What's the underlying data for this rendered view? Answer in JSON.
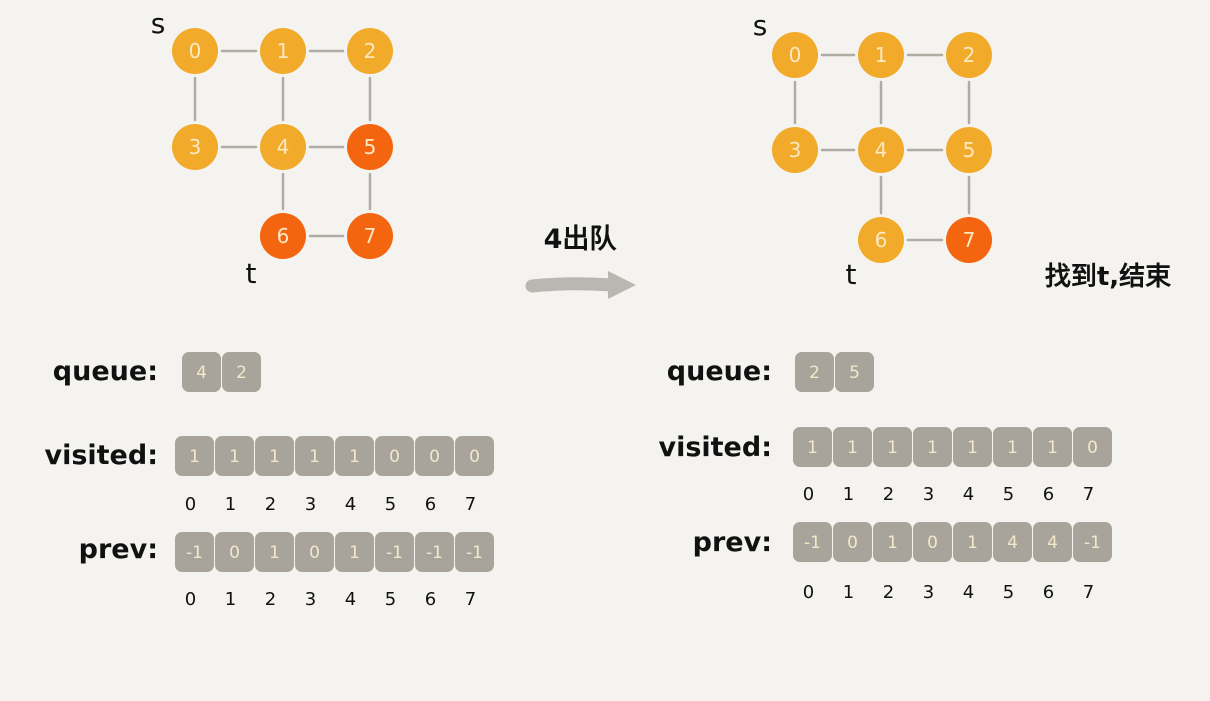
{
  "colors": {
    "visited_node": "#f2aa2a",
    "queued_node": "#f4650f",
    "edge": "#b0aca4",
    "cell": "#a8a49c",
    "arrow": "#b9b7b2"
  },
  "arrow_label": "4出队",
  "result_label": "找到t,结束",
  "panels": [
    {
      "s_label": "s",
      "t_label": "t",
      "nodes": [
        {
          "id": "0",
          "state": "visited"
        },
        {
          "id": "1",
          "state": "visited"
        },
        {
          "id": "2",
          "state": "visited"
        },
        {
          "id": "3",
          "state": "visited"
        },
        {
          "id": "4",
          "state": "visited"
        },
        {
          "id": "5",
          "state": "queued"
        },
        {
          "id": "6",
          "state": "queued"
        },
        {
          "id": "7",
          "state": "queued"
        }
      ],
      "queue_label": "queue:",
      "queue": [
        "4",
        "2"
      ],
      "visited_label": "visited:",
      "visited": [
        "1",
        "1",
        "1",
        "1",
        "1",
        "0",
        "0",
        "0"
      ],
      "prev_label": "prev:",
      "prev": [
        "-1",
        "0",
        "1",
        "0",
        "1",
        "-1",
        "-1",
        "-1"
      ],
      "indices": [
        "0",
        "1",
        "2",
        "3",
        "4",
        "5",
        "6",
        "7"
      ]
    },
    {
      "s_label": "s",
      "t_label": "t",
      "nodes": [
        {
          "id": "0",
          "state": "visited"
        },
        {
          "id": "1",
          "state": "visited"
        },
        {
          "id": "2",
          "state": "visited"
        },
        {
          "id": "3",
          "state": "visited"
        },
        {
          "id": "4",
          "state": "visited"
        },
        {
          "id": "5",
          "state": "visited"
        },
        {
          "id": "6",
          "state": "visited"
        },
        {
          "id": "7",
          "state": "queued"
        }
      ],
      "queue_label": "queue:",
      "queue": [
        "2",
        "5"
      ],
      "visited_label": "visited:",
      "visited": [
        "1",
        "1",
        "1",
        "1",
        "1",
        "1",
        "1",
        "0"
      ],
      "prev_label": "prev:",
      "prev": [
        "-1",
        "0",
        "1",
        "0",
        "1",
        "4",
        "4",
        "-1"
      ],
      "indices": [
        "0",
        "1",
        "2",
        "3",
        "4",
        "5",
        "6",
        "7"
      ]
    }
  ]
}
